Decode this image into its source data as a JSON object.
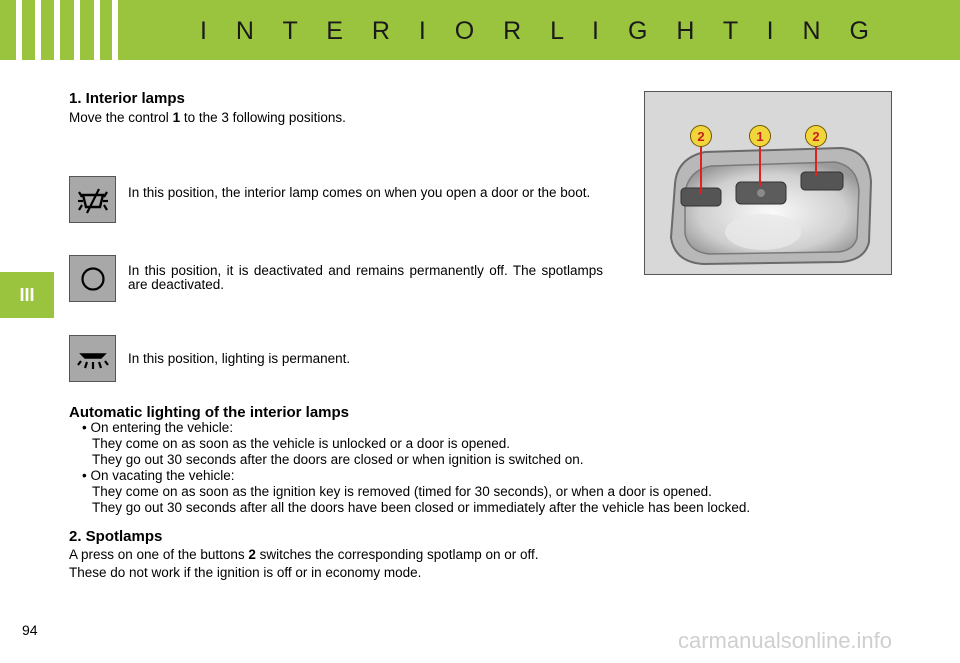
{
  "header": {
    "title": "I N T E R I O R   L I G H T I N G"
  },
  "chapter": "III",
  "section1": {
    "title": "1.  Interior lamps",
    "intro_a": "Move the control ",
    "intro_b": "1",
    "intro_c": " to the 3 following positions.",
    "positions": [
      {
        "icon": "door-lamp-icon",
        "text": "In this position, the interior lamp comes on when you open a door or the boot."
      },
      {
        "icon": "circle-off-icon",
        "text": "In this position, it is deactivated and remains permanently off. The spotlamps are deactivated."
      },
      {
        "icon": "lamp-on-icon",
        "text": "In this position, lighting is permanent."
      }
    ]
  },
  "auto": {
    "title": "Automatic lighting of the interior lamps",
    "entering": "• On entering the vehicle:",
    "entering_1": "They come on as soon as the vehicle is unlocked or a door is opened.",
    "entering_2": "They go out 30 seconds after the doors are closed or when ignition is switched on.",
    "vacating": "• On vacating the vehicle:",
    "vacating_1": "They come on as soon as the ignition key is removed (timed for 30 seconds), or when a door is opened.",
    "vacating_2": "They go out 30 seconds after all the doors have been closed or immediately after the vehicle has been locked."
  },
  "section2": {
    "title": "2.  Spotlamps",
    "line1_a": "A press on one of the buttons ",
    "line1_b": "2",
    "line1_c": " switches the corresponding spotlamp on or off.",
    "line2": "These do not work if the ignition is off or in economy mode."
  },
  "figure": {
    "callouts": [
      "2",
      "1",
      "2"
    ]
  },
  "page_number": "94",
  "watermark": "carmanualsonline.info",
  "colors": {
    "accent": "#9ac43d",
    "callout": "#f2d53a",
    "leader": "#d22222"
  }
}
